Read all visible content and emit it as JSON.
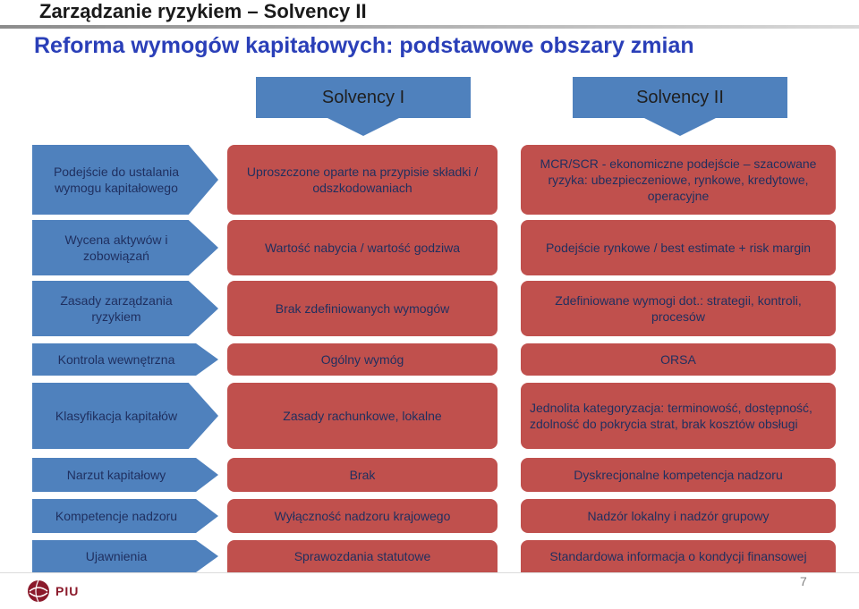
{
  "header": {
    "title": "Zarządzanie ryzykiem – Solvency II",
    "subtitle": "Reforma wymogów kapitałowych: podstawowe obszary zmian"
  },
  "columns": {
    "solvency1": "Solvency I",
    "solvency2": "Solvency II"
  },
  "rows": [
    {
      "label": "Podejście do ustalania wymogu kapitałowego",
      "s1": "Uproszczone oparte na przypisie składki / odszkodowaniach",
      "s2": "MCR/SCR - ekonomiczne podejście – szacowane ryzyka: ubezpieczeniowe, rynkowe, kredytowe, operacyjne"
    },
    {
      "label": "Wycena aktywów i zobowiązań",
      "s1": "Wartość nabycia / wartość godziwa",
      "s2": "Podejście rynkowe / best estimate + risk margin"
    },
    {
      "label": "Zasady zarządzania ryzykiem",
      "s1": "Brak zdefiniowanych wymogów",
      "s2": "Zdefiniowane wymogi dot.: strategii, kontroli, procesów"
    },
    {
      "label": "Kontrola wewnętrzna",
      "s1": "Ogólny wymóg",
      "s2": "ORSA"
    },
    {
      "label": "Klasyfikacja kapitałów",
      "s1": "Zasady rachunkowe, lokalne",
      "s2": "Jednolita kategoryzacja: terminowość, dostępność, zdolność do pokrycia strat, brak kosztów obsługi"
    },
    {
      "label": "Narzut kapitałowy",
      "s1": "Brak",
      "s2": "Dyskrecjonalne kompetencja nadzoru"
    },
    {
      "label": "Kompetencje nadzoru",
      "s1": "Wyłączność nadzoru krajowego",
      "s2": "Nadzór lokalny i nadzór grupowy"
    },
    {
      "label": "Ujawnienia",
      "s1": "Sprawozdania statutowe",
      "s2": "Standardowa informacja o kondycji finansowej"
    }
  ],
  "footer": {
    "logo_text": "PIU",
    "page_number": "7"
  },
  "colors": {
    "blue": "#4f81bd",
    "red": "#c0504d",
    "text": "#1f2f5f"
  }
}
